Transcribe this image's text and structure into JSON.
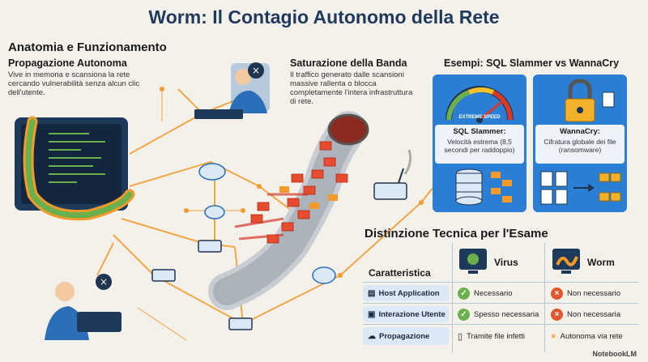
{
  "title": "Worm: Il Contagio Autonomo della Rete",
  "anatomy": {
    "heading": "Anatomia e Funzionamento",
    "sub": "Propagazione Autonoma",
    "text": "Vive in memoria e scansiona la rete cercando vulnerabilità senza alcun clic dell'utente."
  },
  "bandwidth": {
    "heading": "Saturazione della Banda",
    "text": "Il traffico generato dalle scansioni massive rallenta o blocca completamente l'intera infrastruttura di rete."
  },
  "examples": {
    "heading": "Esempi: SQL Slammer vs WannaCry",
    "speed_label": "EXTREME SPEED",
    "slammer_name": "SQL Slammer:",
    "slammer_text": "Velocità estrema (8,5 secondi per raddoppio)",
    "wannacry_name": "WannaCry:",
    "wannacry_text": "Cifratura globale dei file (ransomware)"
  },
  "table": {
    "heading": "Distinzione Tecnica per l'Esame",
    "col_feature": "Caratteristica",
    "col_virus": "Virus",
    "col_worm": "Worm",
    "rows": [
      {
        "label": "Host Application",
        "virus": "Necessario",
        "worm": "Non necessario"
      },
      {
        "label": "Interazione Utente",
        "virus": "Spesso necessaria",
        "worm": "Non necessaria"
      },
      {
        "label": "Propagazione",
        "virus": "Tramite file infetti",
        "worm": "Autonoma via rete"
      }
    ]
  },
  "footer": "NotebookLM",
  "colors": {
    "accent": "#f39a2a",
    "blue": "#2a6fb8",
    "red": "#d63a2a",
    "green": "#6ab04c"
  }
}
